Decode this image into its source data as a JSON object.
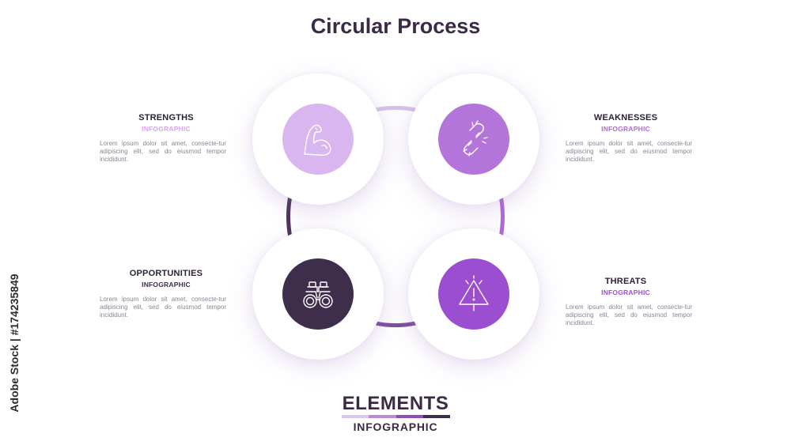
{
  "title": "Circular Process",
  "items": [
    {
      "heading": "STRENGTHS",
      "subheading": "INFOGRAPHIC",
      "description": "Lorem ipsum dolor sit amet, consecte-tur adipiscing elit, sed do eiusmod tempor incididunt.",
      "icon": "flexed-arm-icon",
      "color": "#d9b6ef",
      "sub_color": "#d6a6ef"
    },
    {
      "heading": "WEAKNESSES",
      "subheading": "INFOGRAPHIC",
      "description": "Lorem ipsum dolor sit amet, consecte-tur adipiscing elit, sed do eiusmod tempor incididunt.",
      "icon": "broken-chain-icon",
      "color": "#b375d9",
      "sub_color": "#b06ad4"
    },
    {
      "heading": "OPPORTUNITIES",
      "subheading": "INFOGRAPHIC",
      "description": "Lorem ipsum dolor sit amet, consecte-tur adipiscing elit, sed do eiusmod tempor incididunt.",
      "icon": "binoculars-icon",
      "color": "#3f2d4c",
      "sub_color": "#3f2d4c"
    },
    {
      "heading": "THREATS",
      "subheading": "INFOGRAPHIC",
      "description": "Lorem ipsum dolor sit amet, consecte-tur adipiscing elit, sed do eiusmod tempor incididunt.",
      "icon": "warning-triangle-icon",
      "color": "#9b4fd0",
      "sub_color": "#9b4fd0"
    }
  ],
  "footer": {
    "title": "ELEMENTS",
    "subtitle": "INFOGRAPHIC",
    "bar_colors": [
      "#dcc6ee",
      "#b88ad8",
      "#8e4cc0",
      "#3f2d4c"
    ]
  },
  "watermark": "Adobe Stock | #174235849"
}
